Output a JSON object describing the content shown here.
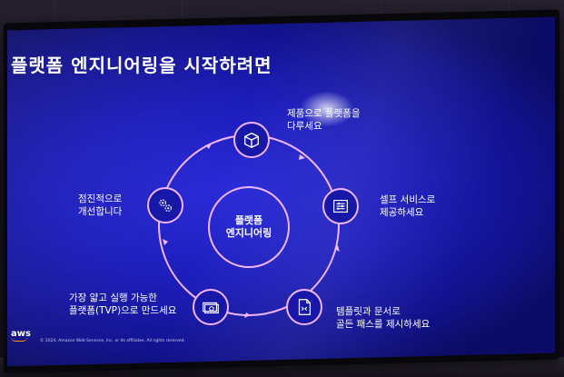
{
  "slide": {
    "title": "플랫폼 엔지니어링을 시작하려면",
    "center_line1": "플랫폼",
    "center_line2": "엔지니어링",
    "steps": [
      {
        "line1": "제품으로 플랫폼을",
        "line2": "다루세요",
        "icon": "package-icon"
      },
      {
        "line1": "셀프 서비스로",
        "line2": "제공하세요",
        "icon": "sliders-icon"
      },
      {
        "line1": "템플릿과 문서로",
        "line2": "골든 패스를 제시하세요",
        "icon": "document-icon"
      },
      {
        "line1": "가장 얇고 실행 가능한",
        "line2": "플랫폼(TVP)으로 만드세요",
        "icon": "money-icon"
      },
      {
        "line1": "점진적으로",
        "line2": "개선합니다",
        "icon": "gears-icon"
      }
    ],
    "logo": "aws",
    "copyright": "© 2024, Amazon Web Services, Inc. or its affiliates. All rights reserved.",
    "colors": {
      "background": "#1d1dbb",
      "ring": "#f1b6ff",
      "text": "#ffffff",
      "logo_accent": "#ff9900"
    }
  }
}
